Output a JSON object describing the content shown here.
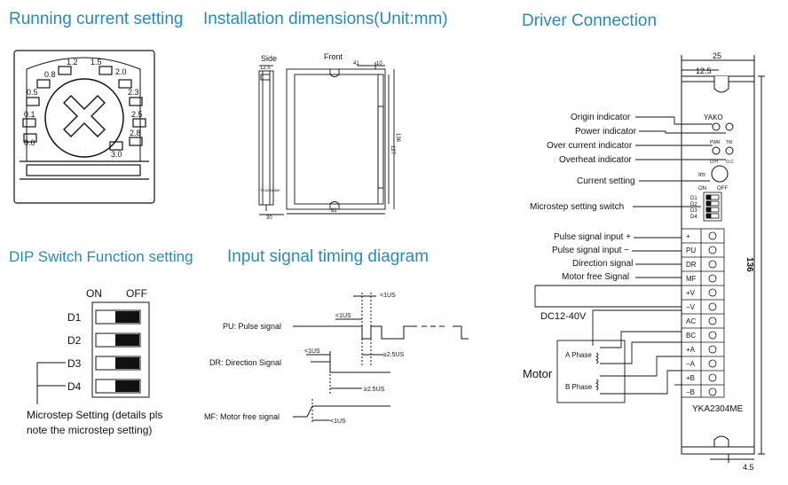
{
  "headings": {
    "running_current": "Running current setting",
    "installation": "Installation dimensions(Unit:mm)",
    "driver_connection": "Driver Connection",
    "dip_switch": "DIP Switch Function setting",
    "timing": "Input signal timing diagram"
  },
  "current_dial": {
    "values": [
      "0.0",
      "0.1",
      "0.5",
      "0.8",
      "1.2",
      "1.5",
      "2.0",
      "2.3",
      "2.5",
      "2.8",
      "3.0"
    ]
  },
  "installation": {
    "side_label": "Side",
    "front_label": "Front",
    "dims": {
      "side_w": "12.5",
      "front_top_a": "41",
      "front_top_b": "10",
      "front_bottom": "82",
      "height_a": "127",
      "height_b": "136",
      "side_bottom": "30",
      "model_small": "YKA2304ME"
    }
  },
  "dip": {
    "on_label": "ON",
    "off_label": "OFF",
    "switches": [
      "D1",
      "D2",
      "D3",
      "D4"
    ],
    "note": "Microstep Setting (details pls\nnote the microstep setting)"
  },
  "timing": {
    "signals": [
      "PU: Pulse signal",
      "DR: Direction Signal",
      "MF: Motor free signal"
    ],
    "annotations": [
      "<1US",
      "<1US",
      "<1US",
      "≥2.5US",
      "≥2.5US",
      "<1US"
    ]
  },
  "driver": {
    "width_total": "25",
    "width_half": "12.5",
    "height_total": "136",
    "bottom_dim": "4.5",
    "brand": "YAKO",
    "model": "YKA2304ME",
    "led_labels": [
      "PWR",
      "TM",
      "O.H",
      "O.C"
    ],
    "current_knob": "Im",
    "dip_on": "ON",
    "dip_off": "OFF",
    "dip_rows": [
      "D1",
      "D2",
      "D3",
      "D4"
    ],
    "terminals": [
      "+",
      "PU",
      "DR",
      "MF",
      "+V",
      "−V",
      "AC",
      "BC",
      "+A",
      "−A",
      "+B",
      "−B"
    ],
    "indicators": [
      "Origin indicator",
      "Power indicator",
      "Over current indicator",
      "Overheat indicator",
      "Current setting",
      "Microstep setting switch"
    ],
    "signal_labels": [
      "Pulse signal input +",
      "Pulse signal input −",
      "Direction signal",
      "Motor free Signal"
    ],
    "power_label": "DC12-40V",
    "motor_label": "Motor",
    "phase_a": "A Phase",
    "phase_b": "B Phase"
  }
}
